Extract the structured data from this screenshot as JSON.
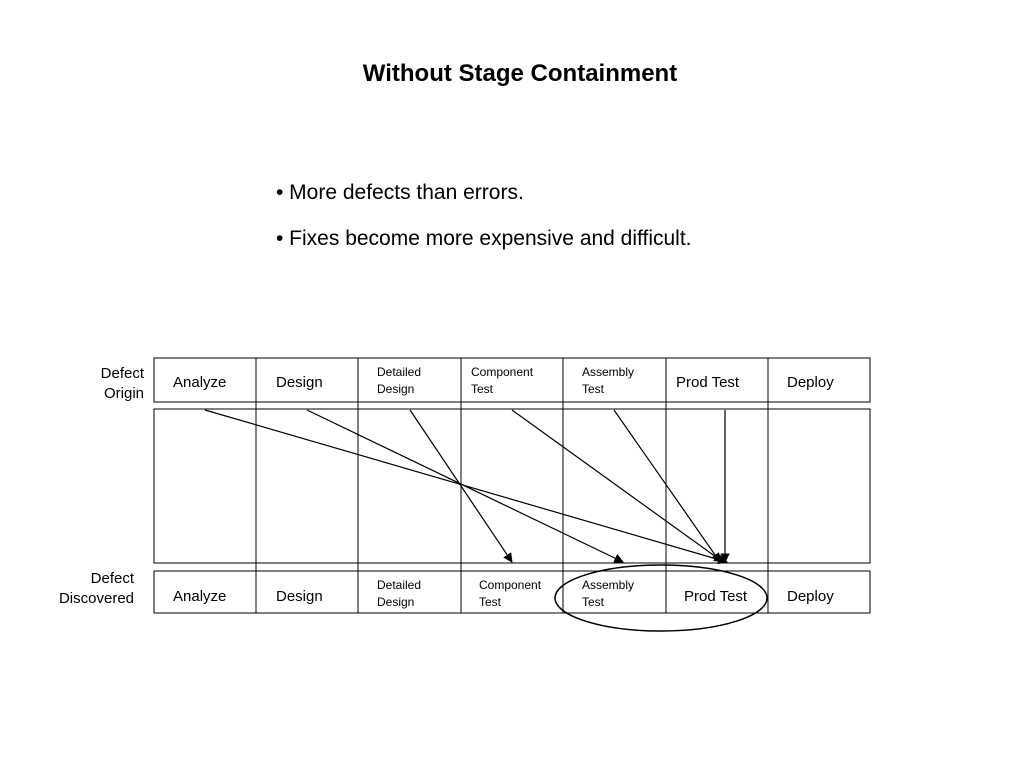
{
  "title": "Without Stage Containment",
  "bullets": [
    "• More defects than errors.",
    "• Fixes become more expensive and difficult."
  ],
  "diagram": {
    "origin_label_line1": "Defect",
    "origin_label_line2": "Origin",
    "discovered_label_line1": "Defect",
    "discovered_label_line2": "Discovered",
    "origin_stages": [
      {
        "line1": "Analyze",
        "line2": ""
      },
      {
        "line1": "Design",
        "line2": ""
      },
      {
        "line1": "Detailed",
        "line2": "Design"
      },
      {
        "line1": "Component",
        "line2": "Test"
      },
      {
        "line1": "Assembly",
        "line2": "Test"
      },
      {
        "line1": "Prod Test",
        "line2": ""
      },
      {
        "line1": "Deploy",
        "line2": ""
      }
    ],
    "discovered_stages": [
      {
        "line1": "Analyze",
        "line2": ""
      },
      {
        "line1": "Design",
        "line2": ""
      },
      {
        "line1": "Detailed",
        "line2": "Design"
      },
      {
        "line1": "Component",
        "line2": "Test"
      },
      {
        "line1": "Assembly",
        "line2": "Test"
      },
      {
        "line1": "Prod Test",
        "line2": ""
      },
      {
        "line1": "Deploy",
        "line2": ""
      }
    ],
    "arrows": [
      {
        "from": "Analyze",
        "to": "Prod Test"
      },
      {
        "from": "Design",
        "to": "Assembly Test"
      },
      {
        "from": "Detailed Design",
        "to": "Component Test"
      },
      {
        "from": "Component Test",
        "to": "Prod Test"
      },
      {
        "from": "Assembly Test",
        "to": "Prod Test"
      },
      {
        "from": "Prod Test",
        "to": "Prod Test"
      }
    ],
    "highlight": [
      "Assembly Test",
      "Prod Test"
    ],
    "line_color": "#000000"
  }
}
